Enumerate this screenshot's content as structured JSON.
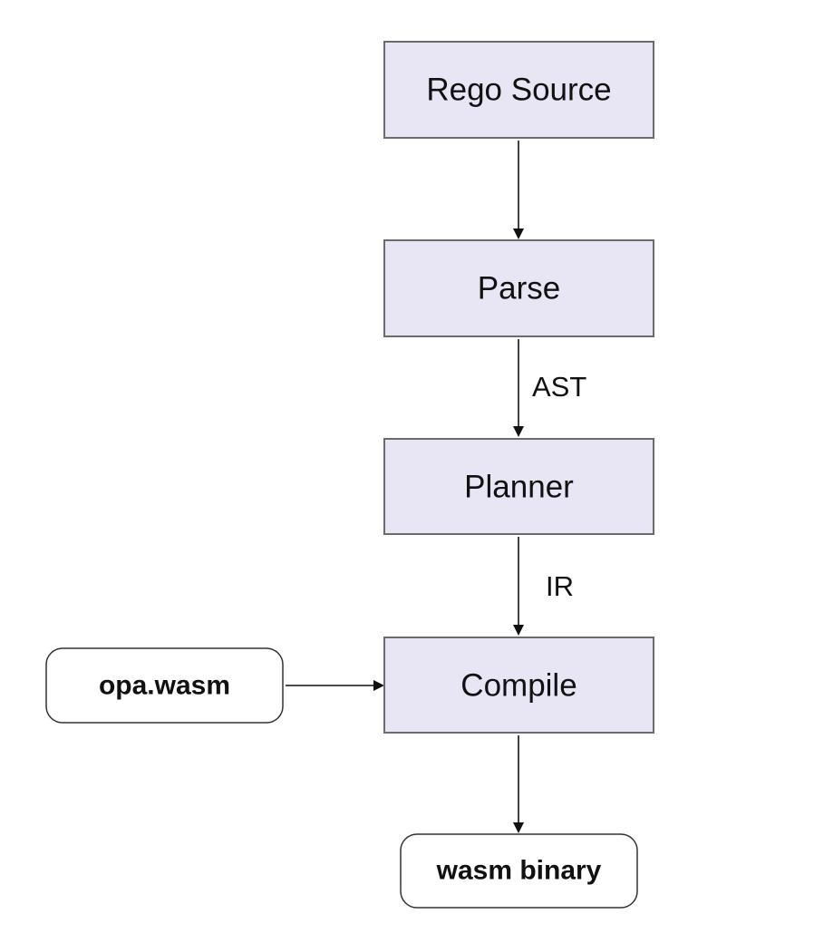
{
  "nodes": {
    "rego_source": "Rego Source",
    "parse": "Parse",
    "planner": "Planner",
    "compile": "Compile",
    "opa_wasm": "opa.wasm",
    "wasm_binary": "wasm binary"
  },
  "edges": {
    "source_to_parse": "",
    "parse_to_planner": "AST",
    "planner_to_compile": "IR",
    "opa_wasm_to_compile": "",
    "compile_to_binary": ""
  }
}
